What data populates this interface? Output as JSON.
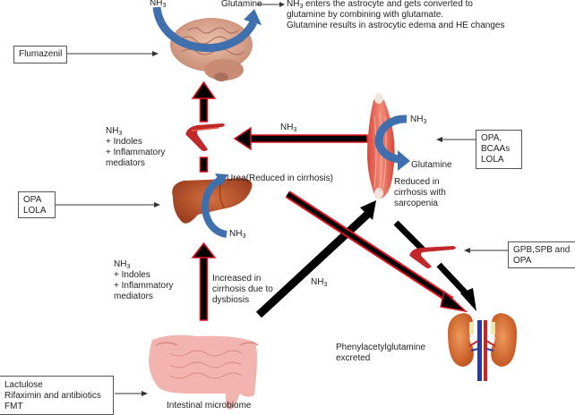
{
  "diagram": {
    "title": "Ammonia metabolism in hepatic encephalopathy and therapeutic targets",
    "brain": {
      "nh3_label": "NH",
      "nh3_sub": "3",
      "glutamine_label": "Glutamine",
      "description_line1_pre": "NH",
      "description_line1_sub": "3",
      "description_line1_post": " enters the astrocyte and gets converted to",
      "description_line2": "glutamine by combining with glutamate.",
      "description_line3": "Glutamine results in astrocytic edema and HE changes"
    },
    "treatments": {
      "flumazenil": "Flumazenil",
      "liver_box_line1": "OPA",
      "liver_box_line2": "LOLA",
      "muscle_box_line1": "OPA,",
      "muscle_box_line2": "BCAAs",
      "muscle_box_line3": "LOLA",
      "kidney_box_line1": "GPB,SPB and",
      "kidney_box_line2": "OPA",
      "gut_box_line1": "Lactulose",
      "gut_box_line2": "Rifaximin and antibiotics",
      "gut_box_line3": "FMT"
    },
    "upper_blood": {
      "line1_pre": "NH",
      "line1_sub": "3",
      "line2": "+ Indoles",
      "line3": "+ Inflammatory",
      "line4": "mediators"
    },
    "lower_blood": {
      "line1_pre": "NH",
      "line1_sub": "3",
      "line2": "+ Indoles",
      "line3": "+ Inflammatory",
      "line4": "mediators"
    },
    "muscle": {
      "arrow_to_blood_pre": "NH",
      "arrow_to_blood_sub": "3",
      "nh3_pre": "NH",
      "nh3_sub": "3",
      "glutamine_label": "Glutamine",
      "note_line1": "Reduced in",
      "note_line2": "cirrhosis with",
      "note_line3": "sarcopenia"
    },
    "liver": {
      "urea_label": "Urea(Reduced in cirrhosis)",
      "nh3_pre": "NH",
      "nh3_sub": "3"
    },
    "gut": {
      "increase_line1": "Increased in",
      "increase_line2": "cirrhosis due to",
      "increase_line3": "dysbiosis",
      "to_muscle_pre": "NH",
      "to_muscle_sub": "3",
      "label": "Intestinal microbiome"
    },
    "kidney": {
      "line1": "Phenylacetylglutamine",
      "line2": "excreted"
    },
    "colors": {
      "arrow_black": "#000000",
      "arrow_red_outline": "#e0141e",
      "blue_arrow": "#3f6fad",
      "brain": "#d9a58e",
      "liver": "#b9532c",
      "muscle": "#e8705e",
      "vessel": "#c0282a",
      "intestine": "#f2b4ae",
      "kidney": "#d86a2e"
    }
  }
}
